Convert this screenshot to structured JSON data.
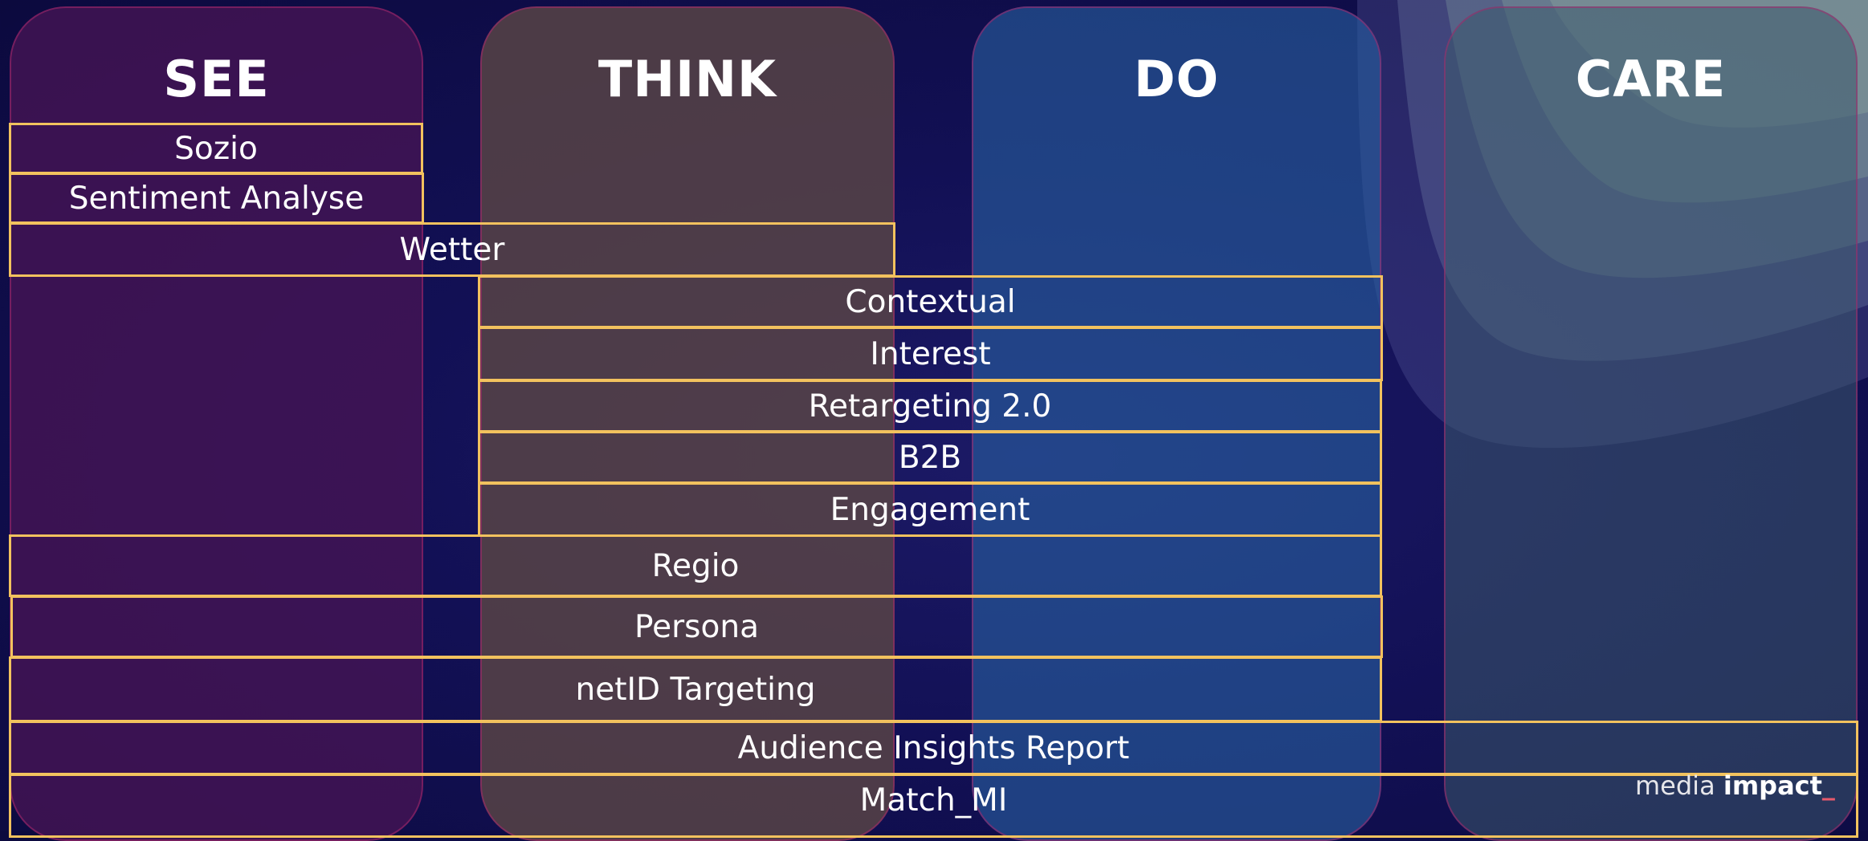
{
  "columns": {
    "see": "SEE",
    "think": "THINK",
    "do": "DO",
    "care": "CARE"
  },
  "bars": {
    "sozio": "Sozio",
    "sentiment": "Sentiment Analyse",
    "wetter": "Wetter",
    "contextual": "Contextual",
    "interest": "Interest",
    "retargeting": "Retargeting 2.0",
    "b2b": "B2B",
    "engagement": "Engagement",
    "regio": "Regio",
    "persona": "Persona",
    "netid": "netID Targeting",
    "audience": "Audience Insights  Report",
    "match": "Match_MI"
  },
  "logo": {
    "light": "media ",
    "bold": "impact",
    "accent": "_"
  },
  "colors": {
    "bar_border": "#f2c25e",
    "logo_accent": "#e85a6b"
  }
}
